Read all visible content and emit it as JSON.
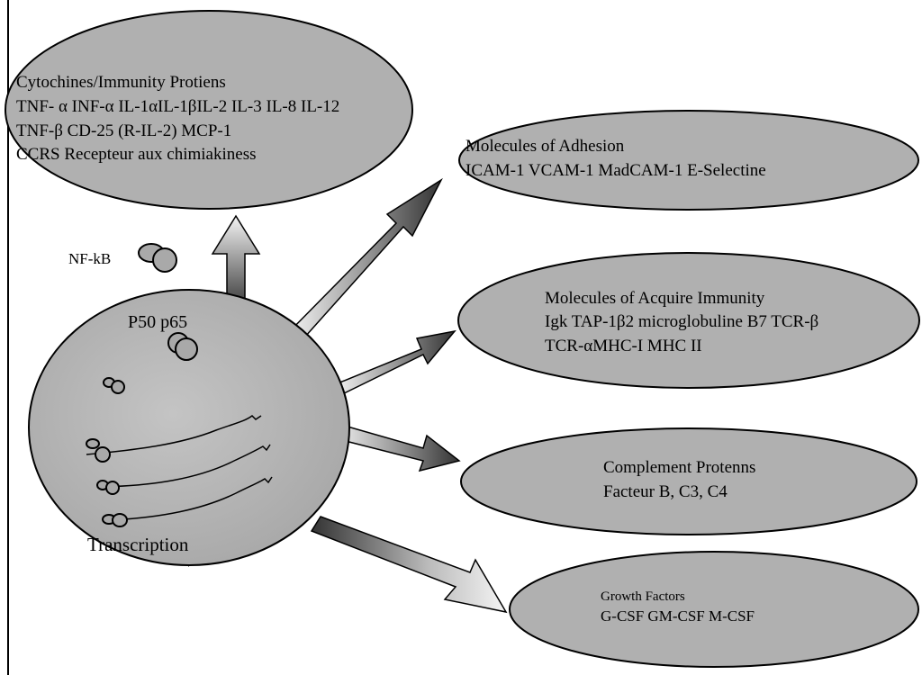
{
  "colors": {
    "ellipse_fill": "#b0b0b0",
    "ellipse_stroke": "#000000",
    "arrow_dark": "#3a3a3a",
    "arrow_light": "#f2f2f2",
    "molecule_fill": "#a9a9a9"
  },
  "cytokines": {
    "title": "Cytochines/Immunity Protiens",
    "line1": "TNF- α INF-α IL-1αIL-1βIL-2 IL-3 IL-8 IL-12",
    "line2": "TNF-β CD-25 (R-IL-2) MCP-1",
    "line3": "CCRS Recepteur aux chimiakiness"
  },
  "adhesion": {
    "title": "Molecules of Adhesion",
    "line1": "ICAM-1 VCAM-1 MadCAM-1 E-Selectine"
  },
  "acquired": {
    "title": "Molecules of Acquire Immunity",
    "line1": "Igk TAP-1β2 microglobuline B7 TCR-β",
    "line2": "TCR-αMHC-I   MHC II"
  },
  "complement": {
    "title": "Complement Protenns",
    "line1": "Facteur B, C3, C4"
  },
  "growth": {
    "title": "Growth Factors",
    "line1": "G-CSF  GM-CSF M-CSF"
  },
  "cell": {
    "nfkb_label": "NF-kB",
    "p50p65_label": "P50 p65",
    "transcription_label": "Transcription"
  }
}
